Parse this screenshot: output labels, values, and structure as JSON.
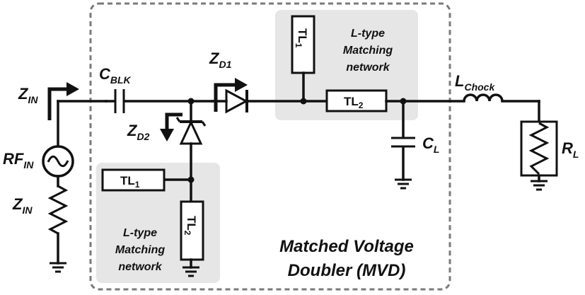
{
  "labels": {
    "z_in_top": "Z",
    "z_in_top_sub": "IN",
    "rf_in": "RF",
    "rf_in_sub": "IN",
    "z_in_bottom": "Z",
    "z_in_bottom_sub": "IN",
    "c_blk": "C",
    "c_blk_sub": "BLK",
    "z_d1": "Z",
    "z_d1_sub": "D1",
    "z_d2": "Z",
    "z_d2_sub": "D2",
    "l_chock": "L",
    "l_chock_sub": "Chock",
    "c_l": "C",
    "c_l_sub": "L",
    "r_l": "R",
    "r_l_sub": "L"
  },
  "transmission_lines": {
    "tl1_top": "TL",
    "tl1_top_sub": "1",
    "tl2_top": "TL",
    "tl2_top_sub": "2",
    "tl1_bottom": "TL",
    "tl1_bottom_sub": "1",
    "tl2_bottom": "TL",
    "tl2_bottom_sub": "2"
  },
  "matching_top": {
    "line1": "L-type",
    "line2": "Matching",
    "line3": "network"
  },
  "matching_bottom": {
    "line1": "L-type",
    "line2": "Matching",
    "line3": "network"
  },
  "mvd_title": {
    "line1": "Matched Voltage",
    "line2": "Doubler (MVD)"
  },
  "icons": {
    "source": "ac-source-icon",
    "resistor": "resistor-icon",
    "ground": "ground-icon",
    "diode": "diode-icon",
    "capacitor": "capacitor-icon",
    "inductor": "inductor-icon"
  }
}
